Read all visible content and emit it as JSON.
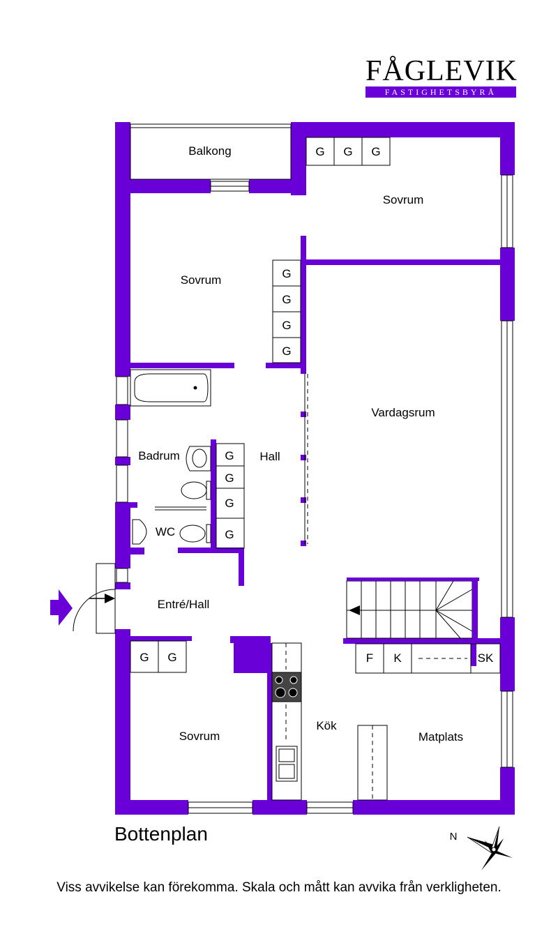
{
  "logo": {
    "name": "FÅGLEVIK",
    "tagline": "FASTIGHETSBYRÅ"
  },
  "colors": {
    "wall": "#6a00d8",
    "line": "#000000",
    "background": "#ffffff"
  },
  "rooms": {
    "balkong": "Balkong",
    "sovrum_top_right": "Sovrum",
    "sovrum_top_left": "Sovrum",
    "vardagsrum": "Vardagsrum",
    "badrum": "Badrum",
    "hall": "Hall",
    "wc": "WC",
    "entre": "Entré/Hall",
    "sovrum_bottom": "Sovrum",
    "kok": "Kök",
    "matplats": "Matplats"
  },
  "storage": {
    "wardrobe": "G",
    "freezer": "F",
    "fridge": "K",
    "cabinet": "SK"
  },
  "compass": {
    "north_label": "N"
  },
  "title": "Bottenplan",
  "disclaimer": "Viss avvikelse kan förekomma. Skala och mått kan avvika från verkligheten."
}
